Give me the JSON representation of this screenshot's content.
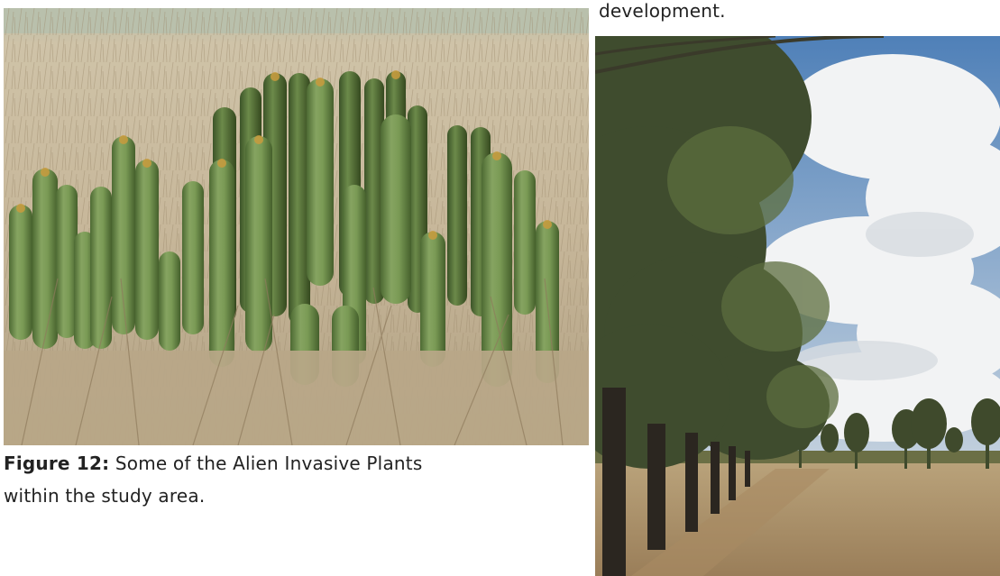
{
  "top_text": "development.",
  "figure_12": {
    "label": "Figure 12:",
    "caption_line1": "Some of the Alien Invasive Plants",
    "caption_line2": "within the study area."
  },
  "colors": {
    "text": "#222222",
    "dry_grass": "#c9b99a",
    "cactus_green": "#6f8c4a",
    "sky_blue": "#5f8fc2",
    "cloud": "#eef0f2",
    "tree_canopy": "#3f4c2e"
  }
}
